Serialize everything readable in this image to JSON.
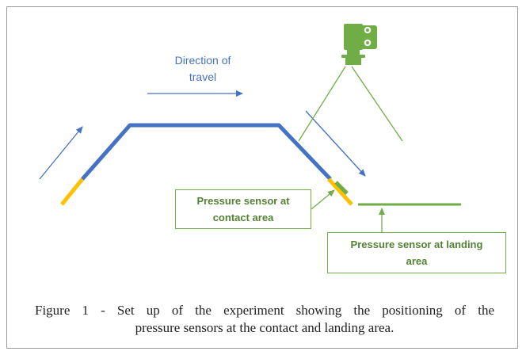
{
  "diagram": {
    "direction_label_line1": "Direction of",
    "direction_label_line2": "travel",
    "callout_contact_line1": "Pressure sensor at",
    "callout_contact_line2": "contact area",
    "callout_landing_line1": "Pressure sensor at landing",
    "callout_landing_line2": "area",
    "camera_icon": "video-camera-icon",
    "colors": {
      "track_blue": "#4472c4",
      "sensor_orange": "#ffc000",
      "sensor_green": "#70ad47",
      "camera_green": "#70ad47",
      "arrow_blue": "#4472c4",
      "text_blue": "#4472c4",
      "text_green": "#548235",
      "frame_gray": "#9a9a9a"
    }
  },
  "caption": {
    "line1": "Figure 1 - Set up of the experiment showing the positioning of the",
    "line2": "pressure sensors at the contact and landing area."
  }
}
